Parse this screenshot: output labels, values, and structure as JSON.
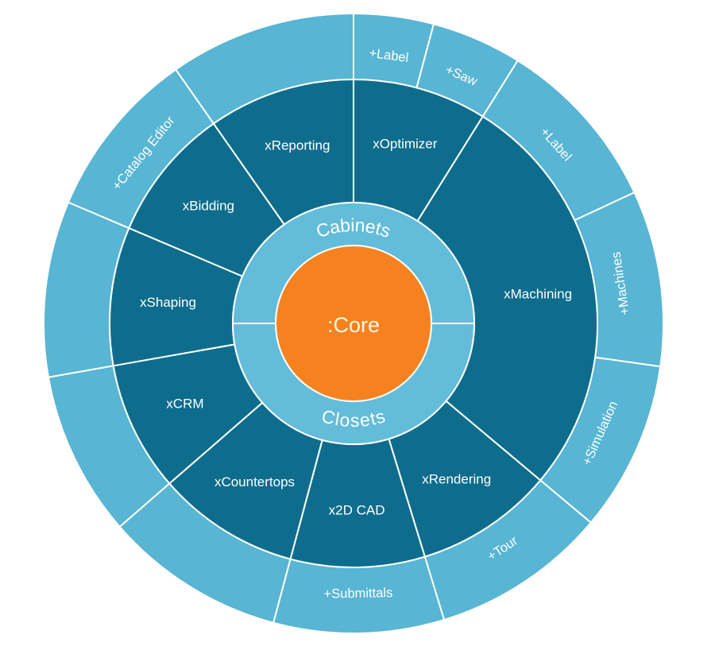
{
  "chart_data": {
    "type": "sunburst",
    "angle_convention": "degrees clockwise from 12 o'clock",
    "background": "#FFFFFF",
    "colors": {
      "core": "#F6821F",
      "inner_ring": "#63BCD9",
      "middle_ring": "#0E6D8C",
      "outer_ring": "#58B5D3",
      "divider": "#FFFFFF",
      "label_text": "#FFFFFF",
      "core_text": "#FFF6E0"
    },
    "core": {
      "label": ":Core"
    },
    "inner_segments": [
      {
        "label": "Cabinets",
        "start_deg": -90,
        "end_deg": 90
      },
      {
        "label": "Closets",
        "start_deg": 90,
        "end_deg": 270
      }
    ],
    "middle_segments": [
      {
        "label": "xOptimizer",
        "start_deg": 0,
        "end_deg": 32
      },
      {
        "label": "xMachining",
        "start_deg": 32,
        "end_deg": 130
      },
      {
        "label": "xRendering",
        "start_deg": 130,
        "end_deg": 163
      },
      {
        "label": "x2D CAD",
        "start_deg": 163,
        "end_deg": 195
      },
      {
        "label": "xCountertops",
        "start_deg": 195,
        "end_deg": 229
      },
      {
        "label": "xCRM",
        "start_deg": 229,
        "end_deg": 260
      },
      {
        "label": "xShaping",
        "start_deg": 260,
        "end_deg": 293
      },
      {
        "label": "xBidding",
        "start_deg": 293,
        "end_deg": 325
      },
      {
        "label": "xReporting",
        "start_deg": 325,
        "end_deg": 360
      }
    ],
    "outer_segments": [
      {
        "label": "+Label",
        "start_deg": 0,
        "end_deg": 15
      },
      {
        "label": "+Saw",
        "start_deg": 15,
        "end_deg": 32
      },
      {
        "label": "+Label",
        "start_deg": 32,
        "end_deg": 65
      },
      {
        "label": "+Machines",
        "start_deg": 65,
        "end_deg": 98
      },
      {
        "label": "+Simulation",
        "start_deg": 98,
        "end_deg": 130
      },
      {
        "label": "+Tour",
        "start_deg": 130,
        "end_deg": 163
      },
      {
        "label": "+Submittals",
        "start_deg": 163,
        "end_deg": 195
      },
      {
        "label": "",
        "start_deg": 195,
        "end_deg": 229
      },
      {
        "label": "",
        "start_deg": 229,
        "end_deg": 260
      },
      {
        "label": "",
        "start_deg": 260,
        "end_deg": 293
      },
      {
        "label": "+Catalog Editor",
        "start_deg": 293,
        "end_deg": 325
      },
      {
        "label": "",
        "start_deg": 325,
        "end_deg": 360
      }
    ]
  }
}
